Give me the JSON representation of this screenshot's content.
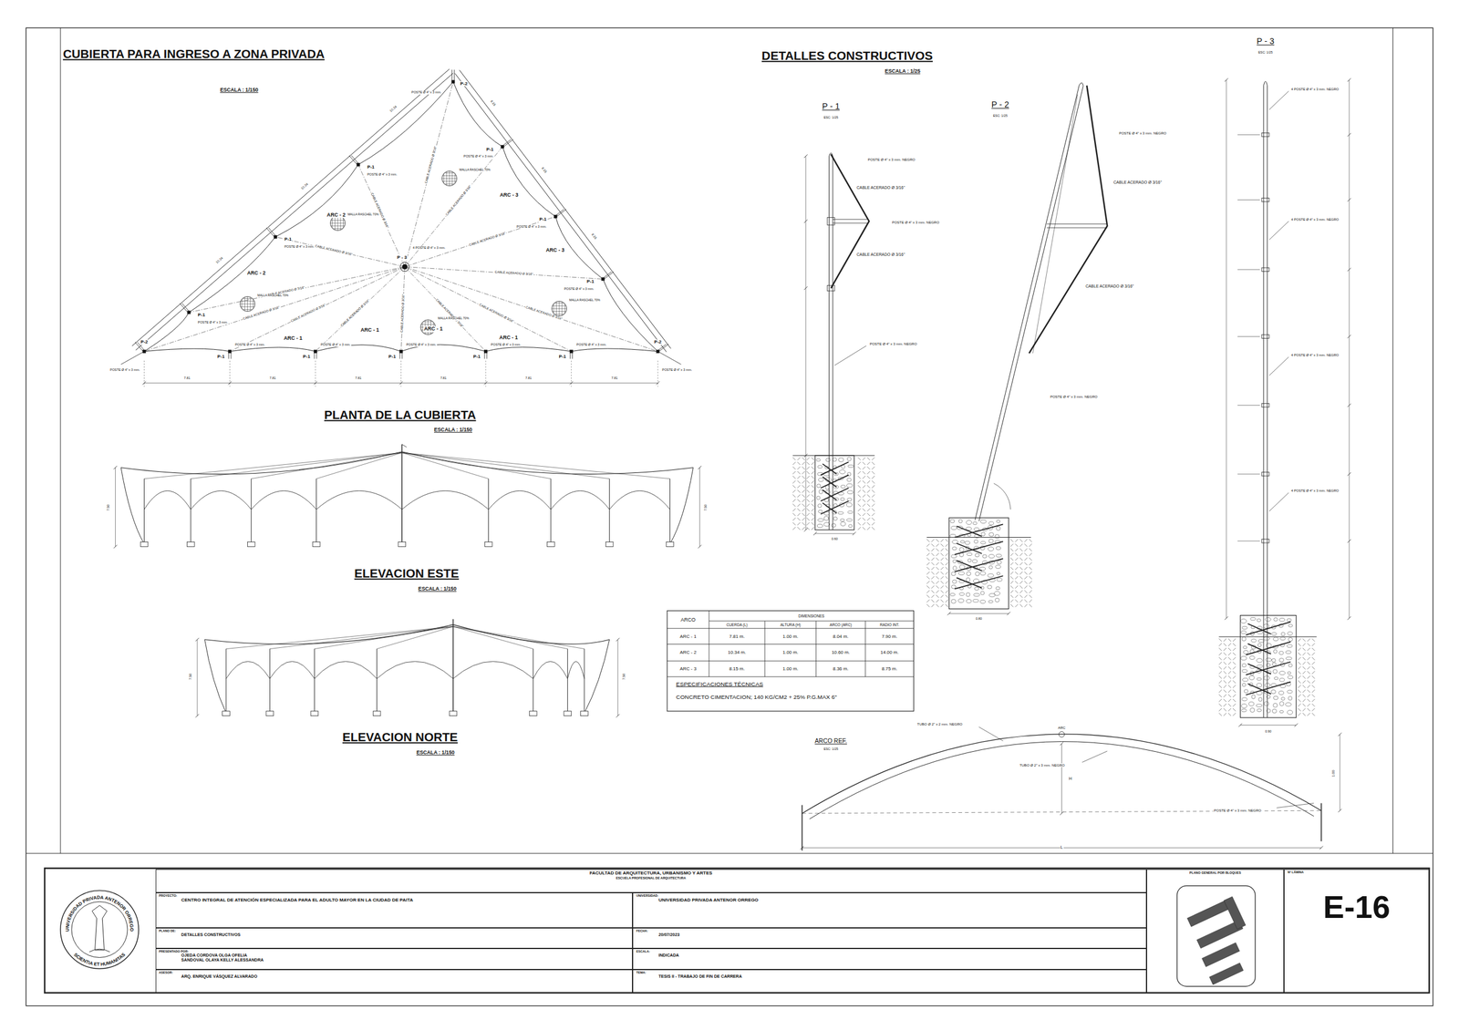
{
  "diagram": {
    "nodes": [
      {
        "text": [
          "FACULTAD DE ARQUITECTURA, URBANISMO Y ARTES",
          "ESCUELA PROFESIONAL DE ARQUITECTURA"
        ]
      },
      {
        "text": [
          "PROYECTO:",
          "CENTRO INTEGRAL DE ATENCIÓN ESPECIALIZADA PARA EL ADULTO MAYOR EN LA CIUDAD DE PAITA"
        ]
      },
      {
        "text": [
          "UNIVERSIDAD:",
          "UNIVERSIDAD PRIVADA ANTENOR ORREGO"
        ]
      },
      {
        "text": [
          "PLANO DE:",
          "DETALLES CONSTRUCTIVOS"
        ]
      },
      {
        "text": [
          "FECHA:",
          "20/07/2023"
        ]
      },
      {
        "text": [
          "PRESENTADO POR:",
          "OJEDA CORDOVA OLGA OFELIA",
          "SANDOVAL OLAYA KELLY ALESSANDRA"
        ]
      },
      {
        "text": [
          "ESCALA:",
          "INDICADA"
        ]
      },
      {
        "text": [
          "ASESOR:",
          "ARQ. ENRIQUE VÁSQUEZ ALVARADO"
        ]
      },
      {
        "text": [
          "TEMA:",
          "TESIS II - TRABAJO DE FIN DE CARRERA"
        ]
      },
      {
        "text": [
          "PLANO GENERAL POR BLOQUES"
        ]
      },
      {
        "text": [
          "Nº LÁMINA",
          "E-16"
        ]
      }
    ],
    "labels": [
      "CUBIERTA PARA INGRESO A ZONA PRIVADA",
      "ESCALA : 1/150",
      "P-2",
      "P-1",
      "P-1",
      "P-1",
      "P-2",
      "P-1",
      "P-1",
      "P-1",
      "P-2",
      "P-1",
      "P-1",
      "P-1",
      "P-1",
      "P-1",
      "P - 3",
      "POSTE Ø 4\" x 3 mm.",
      "POSTE Ø 4\" x 3 mm.",
      "POSTE Ø 4\" x 3 mm.",
      "POSTE Ø 4\" x 3 mm.",
      "POSTE Ø 4\" x 3 mm.",
      "POSTE Ø 4\" x 3 mm.",
      "POSTE Ø 4\" x 3 mm.",
      "POSTE Ø 4\" x 3 mm.",
      "POSTE Ø 4\" x 3 mm.",
      "POSTE Ø 4\" x 3 mm.",
      "POSTE Ø 4\" x 3 mm.",
      "POSTE Ø 4\" x 3 mm.",
      "POSTE Ø 4\" x 3 mm.",
      "POSTE Ø 4\" x 3 mm.",
      "CABLE ACERADO Ø 3/16\"",
      "CABLE ACERADO Ø 3/16\"",
      "CABLE ACERADO Ø 3/16\"",
      "CABLE ACERADO Ø 3/16\"",
      "CABLE ACERADO Ø 3/16\"",
      "CABLE ACERADO Ø 3/16\"",
      "CABLE ACERADO Ø 3/16\"",
      "CABLE ACERADO Ø 3/16\"",
      "CABLE ACERADO Ø 3/16\"",
      "CABLE ACERADO Ø 3/16\"",
      "CABLE ACERADO Ø 3/16\"",
      "CABLE ACERADO Ø 3/16\"",
      "CABLE ACERADO Ø 3/16\"",
      "CABLE ACERADO Ø 3/16\"",
      "4 POSTE Ø 4\" x 3 mm.",
      "ARC - 2",
      "ARC - 2",
      "ARC - 3",
      "ARC - 3",
      "ARC - 1",
      "ARC - 1",
      "ARC - 1",
      "ARC - 1",
      "MALLA RASCHEL 70%",
      "MALLA RASCHEL 70%",
      "MALLA RASCHEL 70%",
      "MALLA RASCHEL 70%",
      "MALLA RASCHEL 70%",
      "7.81",
      "7.81",
      "7.81",
      "7.81",
      "7.81",
      "7.81",
      "10.34",
      "10.34",
      "10.34",
      "8.15",
      "8.15",
      "8.15",
      "PLANTA DE LA CUBIERTA",
      "ESCALA : 1/150",
      "7.50",
      "7.50",
      "ELEVACION ESTE",
      "ESCALA : 1/150",
      "7.50",
      "7.50",
      "ELEVACION NORTE",
      "ESCALA : 1/150",
      "DETALLES CONSTRUCTIVOS",
      "ESCALA : 1/25",
      "P - 1",
      "ESC: 1/25",
      "POSTE Ø 4\" x 3 mm. NEGRO",
      "CABLE ACERADO Ø 3/16\"",
      "POSTE Ø 4\" x 3 mm. NEGRO",
      "CABLE ACERADO Ø 3/16\"",
      "POSTE Ø 4\" x 3 mm. NEGRO",
      "0.60",
      "P - 2",
      "ESC: 1/25",
      "POSTE Ø 4\" x 3 mm. NEGRO",
      "CABLE ACERADO Ø 3/16\"",
      "CABLE ACERADO Ø 3/16\"",
      "POSTE Ø 4\" x 3 mm. NEGRO",
      "0.80",
      "P - 3",
      "ESC: 1/25",
      "4 POSTE Ø 4\" x 3 mm. NEGRO",
      "4 POSTE Ø 4\" x 3 mm. NEGRO",
      "4 POSTE Ø 4\" x 3 mm. NEGRO",
      "4 POSTE Ø 4\" x 3 mm. NEGRO",
      "0.90",
      "ARCO",
      "DIMENSIONES",
      "CUERDA (L)",
      "ALTURA (H)",
      "ARCO (ARC)",
      "RADIO INT.",
      "ARC - 1",
      "7.81 m.",
      "1.00 m.",
      "8.04 m.",
      "7.90 m.",
      "ARC - 2",
      "10.34 m.",
      "1.00 m.",
      "10.60 m.",
      "14.00 m.",
      "ARC - 3",
      "8.15 m.",
      "1.00 m.",
      "8.36 m.",
      "8.75 m.",
      "ESPECIFICACIONES TÉCNICAS",
      "CONCRETO CIMENTACION; 140 KG/CM2 + 25% P.G.MAX 6\"",
      "ARCO REF.",
      "ESC: 1/25",
      "TUBO Ø 2\" x 2 mm. NEGRO",
      "ARC",
      "TUBO Ø 2\" x 3 mm. NEGRO",
      "H",
      "1.00",
      "POSTE Ø 4\" x 3 mm. NEGRO",
      "L",
      "UNIVERSIDAD PRIVADA ANTENOR ORREGO",
      "SCIENTIA ET HUMANITAS"
    ]
  }
}
